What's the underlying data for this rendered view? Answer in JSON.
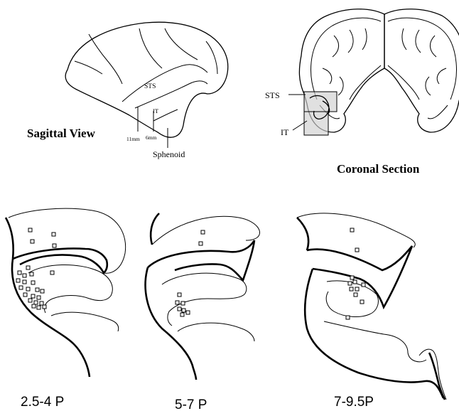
{
  "sagittal": {
    "title": "Sagittal View",
    "labels": {
      "sts": "STS",
      "it": "IT",
      "mm11": "11mm",
      "mm6": "6mm",
      "sphenoid": "Sphenoid"
    }
  },
  "coronal": {
    "title": "Coronal Section",
    "labels": {
      "sts": "STS",
      "it": "IT"
    }
  },
  "sections": [
    {
      "label": "2.5-4 P"
    },
    {
      "label": "5-7 P"
    },
    {
      "label": "7-9.5P"
    }
  ]
}
